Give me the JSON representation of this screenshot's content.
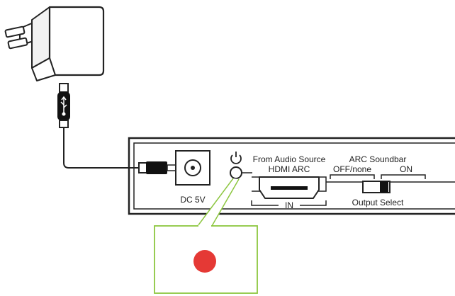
{
  "labels": {
    "dc_port": "DC 5V",
    "from_audio_source": "From Audio Source",
    "hdmi_arc": "HDMI ARC",
    "in": "IN",
    "arc_soundbar": "ARC Soundbar",
    "off_none": "OFF/none",
    "on": "ON",
    "output_select": "Output Select"
  },
  "icons": {
    "power": "power-icon",
    "usb": "usb-icon"
  },
  "colors": {
    "line": "#222222",
    "callout_border": "#8cc63f",
    "indicator_led": "#e53935"
  }
}
